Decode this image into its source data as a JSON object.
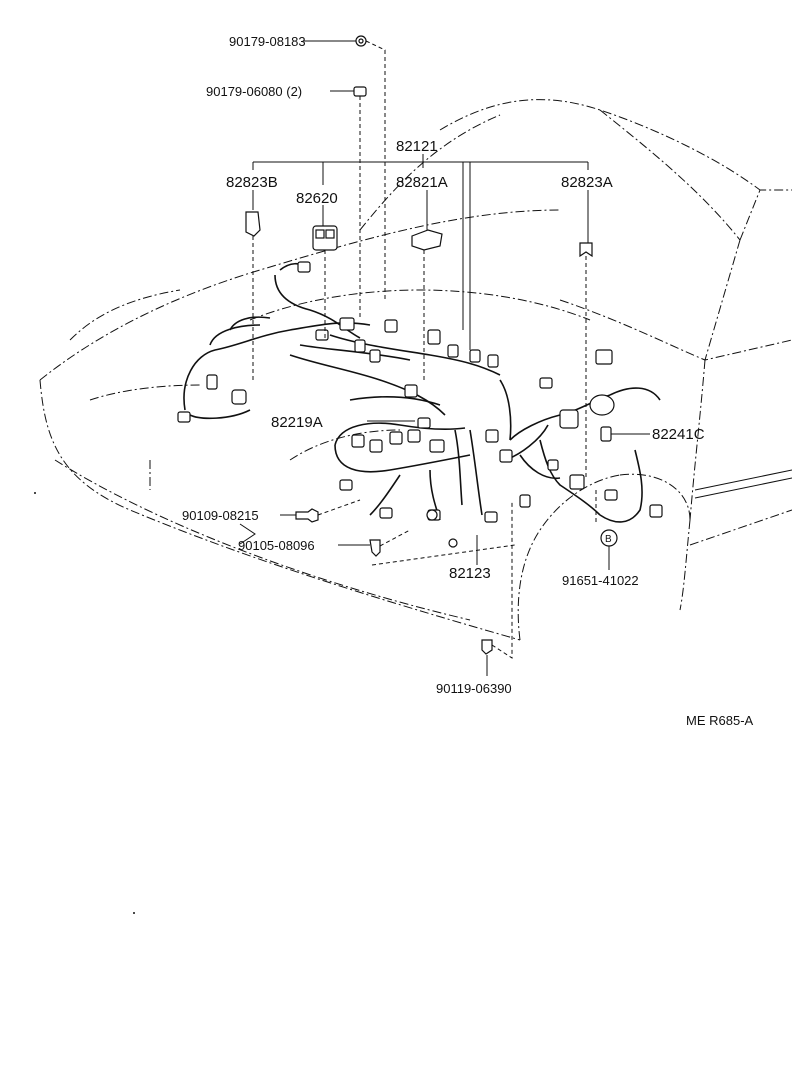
{
  "labels": {
    "p90179_08183": "90179-08183",
    "p90179_06080": "90179-06080 (2)",
    "p82121": "82121",
    "p82823B": "82823B",
    "p82620": "82620",
    "p82821A": "82821A",
    "p82823A": "82823A",
    "p82219A": "82219A",
    "p82241C": "82241C",
    "p90109_08215": "90109-08215",
    "p90105_08096": "90105-08096",
    "p82123": "82123",
    "p91651_41022": "91651-41022",
    "p90119_06390": "90119-06390",
    "b_marker": "B"
  },
  "figure_code": "ME R685-A"
}
